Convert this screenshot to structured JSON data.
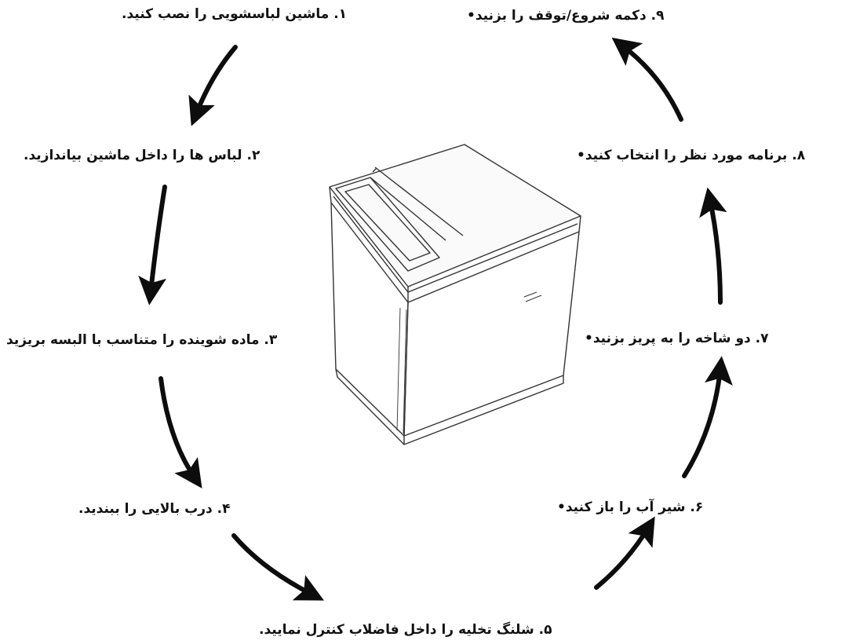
{
  "steps": [
    "۱. ماشین لباسشویی را نصب کنید.",
    "۲. لباس ها را داخل ماشین بیاندازید.",
    "۳. ماده شوینده را متناسب با البسه بریزید",
    "۴. درب بالایی را ببندید.",
    "۵. شلنگ تخلیه را داخل فاضلاب کنترل نمایید.",
    "۶.   شیر آب را باز کنید•",
    "۷. دو شاخه را به پریز بزنید•",
    "۸. برنامه مورد نظر را انتخاب کنید•",
    "۹. دکمه شروع/توقف را بزنید•"
  ],
  "colors": {
    "ink": "#111111",
    "arrow": "#0d0d0d",
    "machine_line": "#333333",
    "background": "#ffffff"
  },
  "illustration": "top-load-washing-machine"
}
